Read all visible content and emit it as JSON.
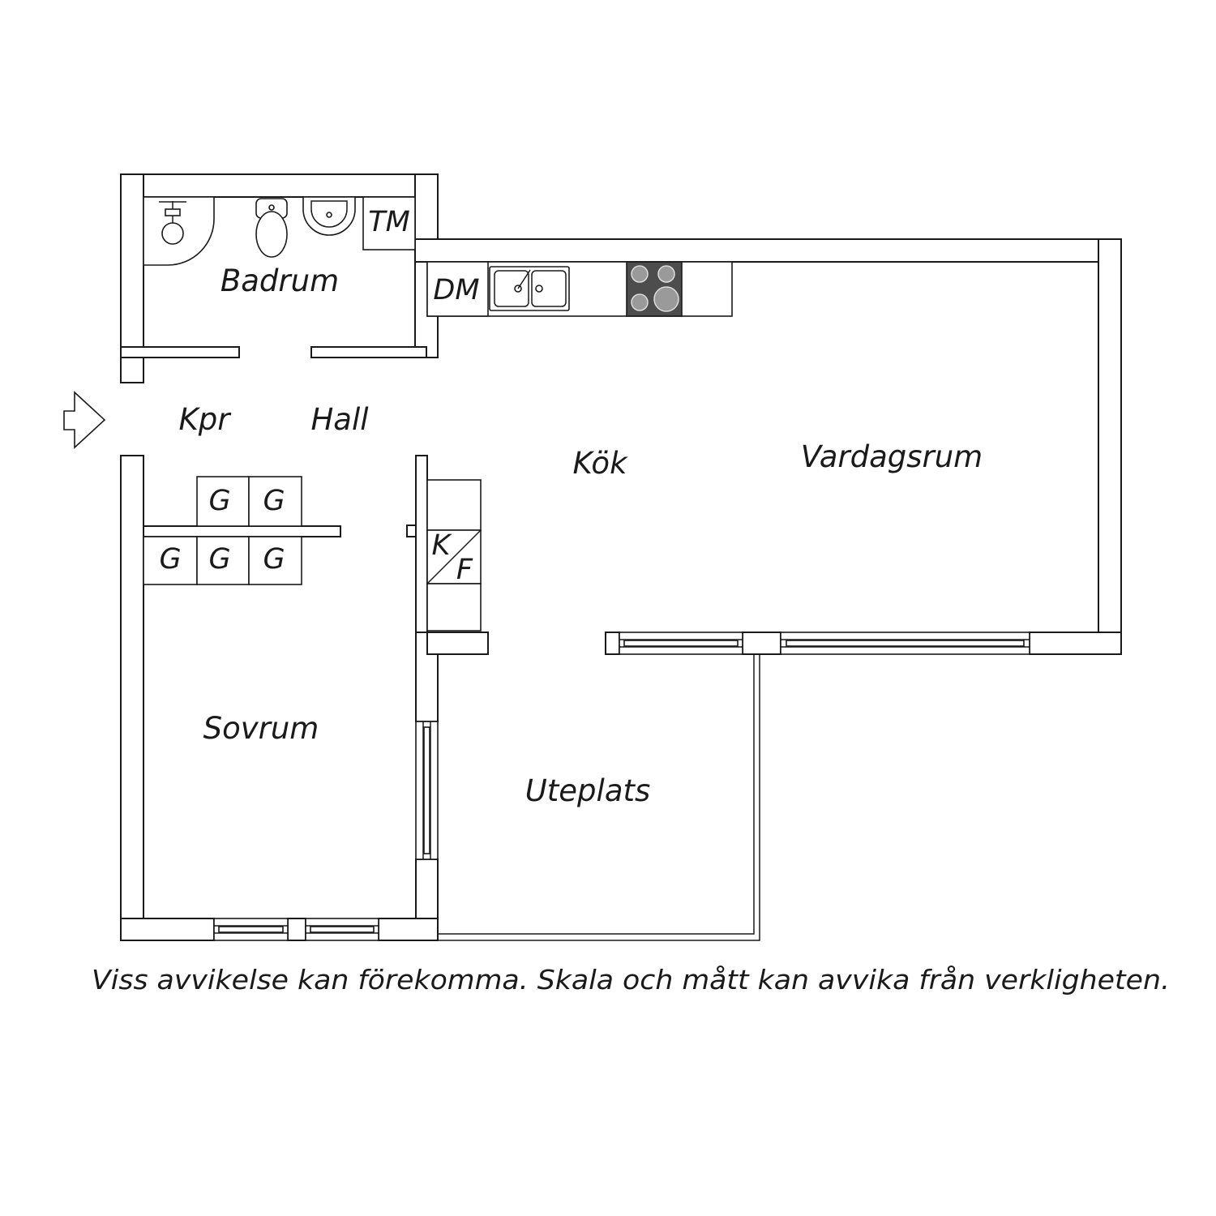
{
  "rooms": {
    "bathroom": "Badrum",
    "closet": "Kpr",
    "hall": "Hall",
    "kitchen": "Kök",
    "living_room": "Vardagsrum",
    "bedroom": "Sovrum",
    "patio": "Uteplats"
  },
  "fixtures": {
    "washing_machine": "TM",
    "dishwasher": "DM",
    "fridge_top": "K",
    "fridge_bottom": "F",
    "wardrobes": [
      "G",
      "G",
      "G",
      "G",
      "G"
    ]
  },
  "disclaimer": "Viss avvikelse kan förekomma. Skala och mått kan avvika från verkligheten.",
  "colors": {
    "line": "#1a1a1a",
    "stove": "#4d4d4d",
    "burner": "#9a9a9a"
  }
}
